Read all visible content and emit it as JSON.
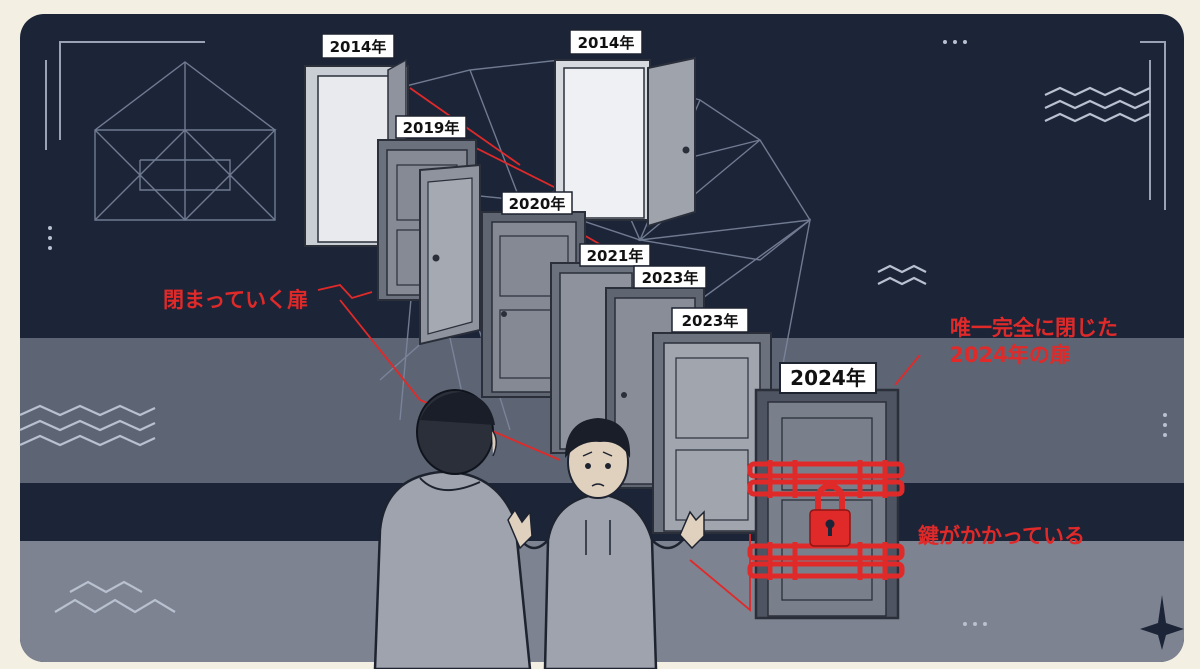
{
  "doors": [
    {
      "year_label": "2014年"
    },
    {
      "year_label": "2014年"
    },
    {
      "year_label": "2019年"
    },
    {
      "year_label": "2020年"
    },
    {
      "year_label": "2021年"
    },
    {
      "year_label": "2023年"
    },
    {
      "year_label": "2023年"
    },
    {
      "year_label": "2024年"
    }
  ],
  "annotations": {
    "closing_doors": "閉まっていく扉",
    "only_closed_line1": "唯一完全に閉じた",
    "only_closed_line2": "2024年の扉",
    "locked": "鍵がかかっている"
  },
  "colors": {
    "page_bg": "#f3efe3",
    "panel_navy": "#1c2438",
    "floor_gray": "#5d6473",
    "accent_red": "#e02a2a",
    "door_gray": "#8e939d",
    "label_white": "#ffffff"
  }
}
